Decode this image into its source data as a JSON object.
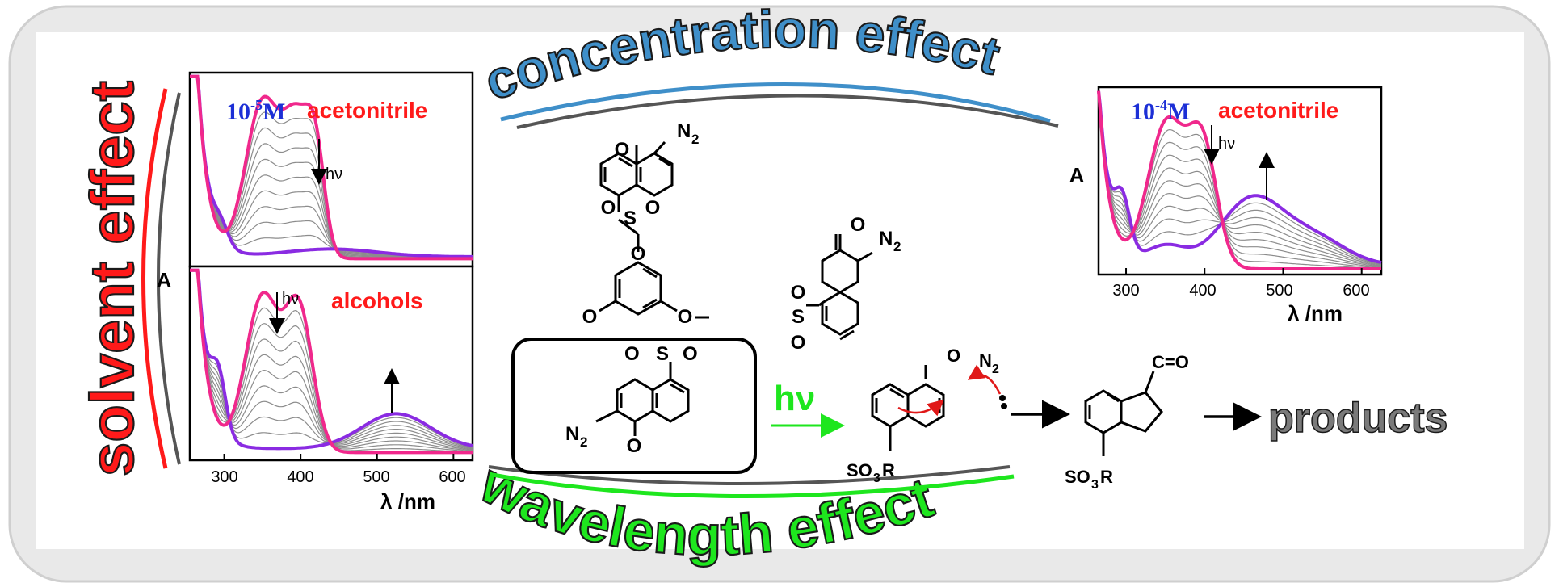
{
  "headings": {
    "concentration": "concentration effect",
    "solvent": "solvent effect",
    "wavelength": "wavelength effect"
  },
  "colors": {
    "pink": "#f0288c",
    "purple": "#8a2be2",
    "red_text": "#ff1a1a",
    "blue_text": "#1c2fd6",
    "green": "#1ee61e",
    "steel_blue": "#3f8fc9",
    "grey_bg": "#eeeeee"
  },
  "plots": {
    "acetonitrile_1e5": {
      "conc_base": "10",
      "conc_exp": "-5",
      "conc_unit": "M",
      "solvent": "acetonitrile",
      "hv": "hν"
    },
    "alcohols_1e5": {
      "solvent": "alcohols",
      "hv": "hν",
      "xticks": [
        "300",
        "400",
        "500",
        "600"
      ],
      "xlabel": "λ /nm"
    },
    "shared_ylabel": "A",
    "acetonitrile_1e4": {
      "conc_base": "10",
      "conc_exp": "-4",
      "conc_unit": "M",
      "solvent": "acetonitrile",
      "hv": "hν",
      "ylabel": "A",
      "xticks": [
        "300",
        "400",
        "500",
        "600"
      ],
      "xlabel": "λ /nm"
    }
  },
  "scheme": {
    "n2": "N",
    "n2_sub": "2",
    "o": "O",
    "s": "S",
    "hv_label": "hν",
    "so3r": "SO",
    "so3r_sub": "3",
    "so3r_r": "R",
    "ketene": "C=O",
    "products": "products"
  }
}
